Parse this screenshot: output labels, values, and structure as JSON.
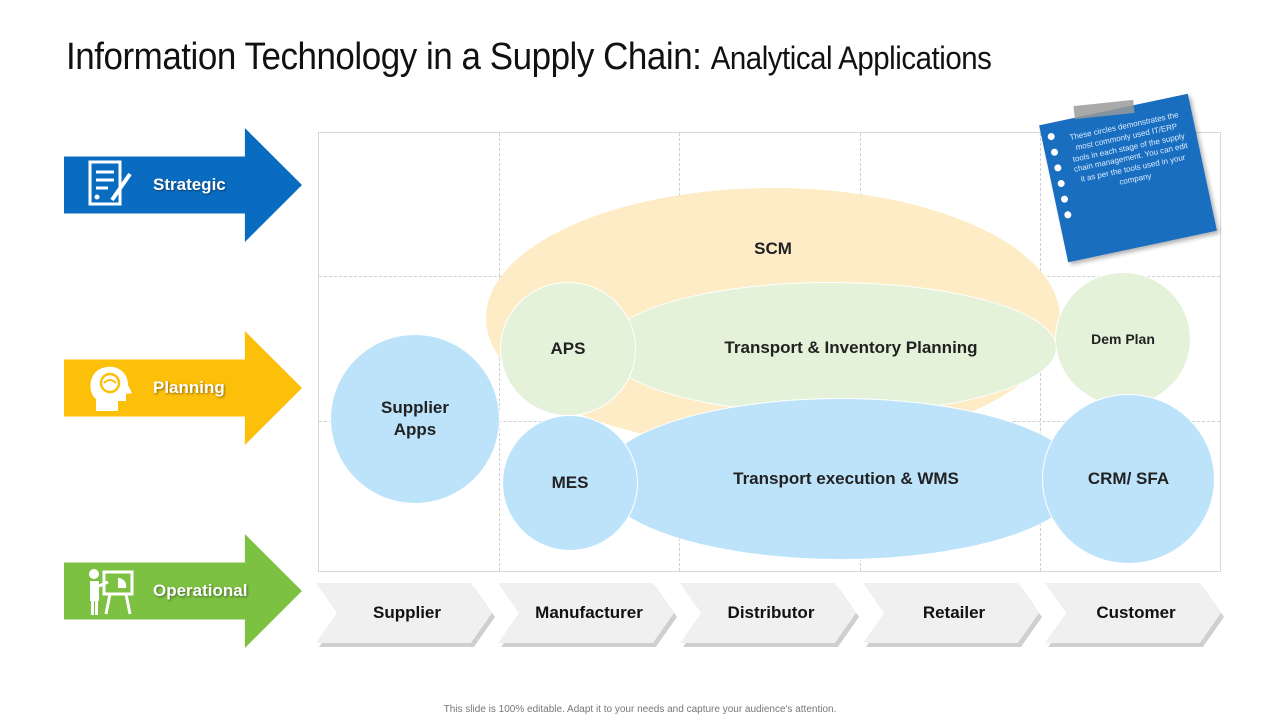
{
  "title": {
    "main": "Information Technology in a Supply Chain:",
    "sub": "Analytical Applications"
  },
  "levels": [
    {
      "label": "Strategic",
      "color": "#0a6cc0",
      "icon": "document-pen-icon"
    },
    {
      "label": "Planning",
      "color": "#fcbf0a",
      "icon": "head-brain-icon"
    },
    {
      "label": "Operational",
      "color": "#7cc142",
      "icon": "presenter-board-icon"
    }
  ],
  "bubbles": {
    "scm": "SCM",
    "aps": "APS",
    "transport_inventory": "Transport & Inventory Planning",
    "supplier_apps": "Supplier\nApps",
    "mes": "MES",
    "transport_execution": "Transport execution & WMS",
    "dem_plan": "Dem Plan",
    "crm_sfa": "CRM/ SFA"
  },
  "note": "These circles demonstrates the most commonly used IT/ERP tools in each stage of the supply chain management. You can edit it as per the tools used in your company",
  "stages": [
    "Supplier",
    "Manufacturer",
    "Distributor",
    "Retailer",
    "Customer"
  ],
  "footer": "This slide is 100% editable. Adapt it to your needs and capture your audience's attention.",
  "colors": {
    "yellow_bubble": "#fdecc6",
    "green_bubble": "#e4f2d9",
    "blue_bubble": "#bde3fb",
    "note": "#1a6ec0"
  }
}
